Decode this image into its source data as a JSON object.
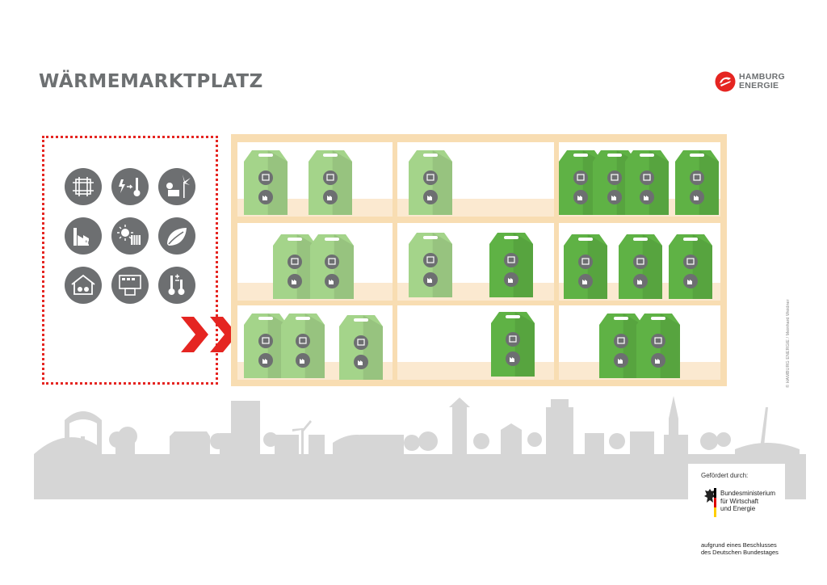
{
  "page": {
    "title": "WÄRMEMARKTPLATZ"
  },
  "logo": {
    "line1": "HAMBURG",
    "line2": "ENERGIE",
    "brand_color": "#e52521"
  },
  "legend": {
    "border_color": "#e52521",
    "icons": [
      "heat-exchanger-icon",
      "power-to-heat-icon",
      "solar-wind-icon",
      "industrial-waste-heat-icon",
      "solar-thermal-icon",
      "biomass-leaf-icon",
      "house-heat-icon",
      "control-panel-icon",
      "temperature-icon"
    ]
  },
  "shelf": {
    "frame_color": "#f8ddb2",
    "board_color": "#fbe9d0",
    "box_light": "#a4d48a",
    "box_dark": "#5fb245",
    "icon_color": "#6d6f71"
  },
  "copyright": "© HAMBURG ENERGIE / Meinhard Weidner",
  "funder": {
    "heading": "Gefördert durch:",
    "ministry_line1": "Bundesministerium",
    "ministry_line2": "für Wirtschaft",
    "ministry_line3": "und Energie",
    "decision_line1": "aufgrund eines Beschlusses",
    "decision_line2": "des Deutschen Bundestages"
  }
}
